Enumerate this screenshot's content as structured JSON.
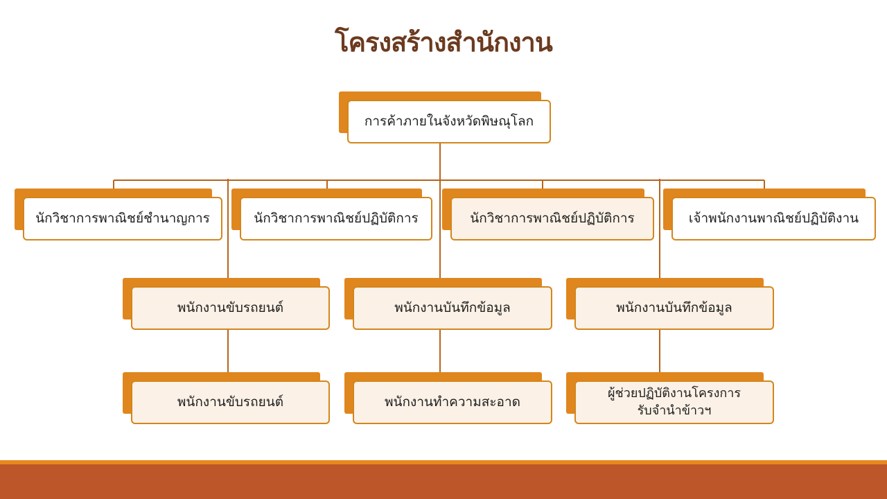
{
  "title": "โครงสร้างสำนักงาน",
  "root": {
    "label": "การค้าภายในจังหวัดพิษณุโลก"
  },
  "level1": [
    {
      "label": "นักวิชาการพาณิชย์ชำนาญการ"
    },
    {
      "label": "นักวิชาการพาณิชย์ปฏิบัติการ"
    },
    {
      "label": "นักวิชาการพาณิชย์ปฏิบัติการ"
    },
    {
      "label": "เจ้าพนักงานพาณิชย์ปฏิบัติงาน"
    }
  ],
  "level2": [
    {
      "label": "พนักงานขับรถยนต์"
    },
    {
      "label": "พนักงานบันทึกข้อมูล"
    },
    {
      "label": "พนักงานบันทึกข้อมูล"
    }
  ],
  "level3": [
    {
      "label": "พนักงานขับรถยนต์"
    },
    {
      "label": "พนักงานทำความสะอาด"
    },
    {
      "label": "ผู้ช่วยปฏิบัติงานโครงการรับจำนำข้าวฯ"
    }
  ],
  "colors": {
    "accent": "#e0861e",
    "border": "#d3861c",
    "line": "#b5651d",
    "title": "#6b3a1f",
    "footer": "#bd5629"
  }
}
